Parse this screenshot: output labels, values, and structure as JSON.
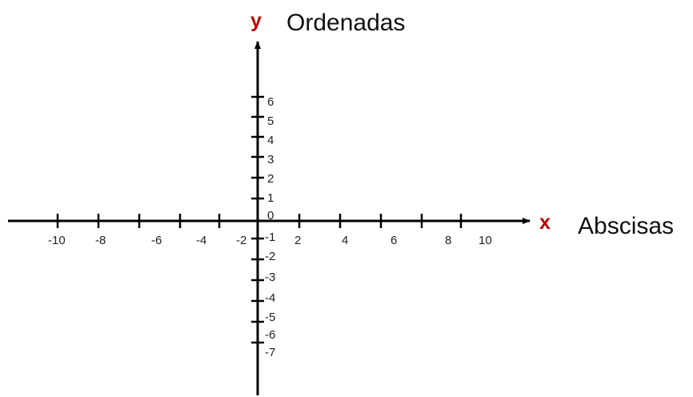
{
  "diagram": {
    "x_axis": {
      "letter": "x",
      "name": "Abscisas",
      "tick_labels": [
        "-10",
        "-8",
        "-6",
        "-4",
        "-2",
        "2",
        "4",
        "6",
        "8",
        "10"
      ]
    },
    "y_axis": {
      "letter": "y",
      "name": "Ordenadas",
      "positive_labels": [
        "6",
        "5",
        "4",
        "3",
        "2",
        "1"
      ],
      "origin_label": "0",
      "negative_labels": [
        "-1",
        "-2",
        "-3",
        "-4",
        "-5",
        "-6",
        "-7"
      ]
    },
    "colors": {
      "axis": "#000000",
      "letter": "#c00000",
      "text": "#111111"
    }
  }
}
